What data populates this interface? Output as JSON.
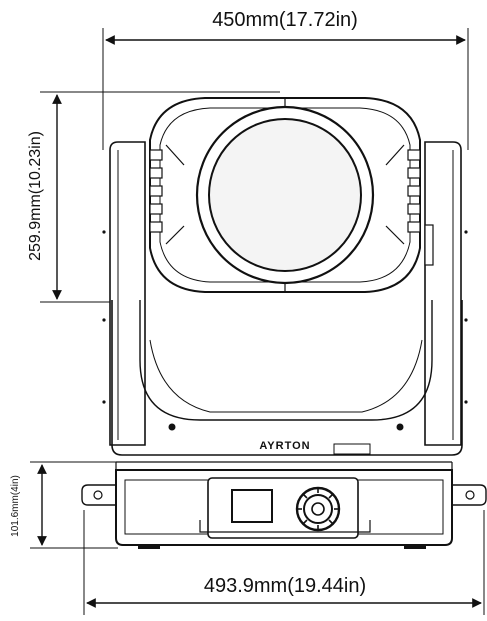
{
  "dimensions": {
    "width_head": "450mm(17.72in)",
    "height_head": "259.9mm(10.23in)",
    "height_base": "101.6mm(4in)",
    "width_base": "493.9mm(19.44in)"
  },
  "brand": {
    "logo_text": "AYRTON"
  },
  "colors": {
    "line": "#111111",
    "background": "#ffffff",
    "lens": "#f4f4f4"
  }
}
